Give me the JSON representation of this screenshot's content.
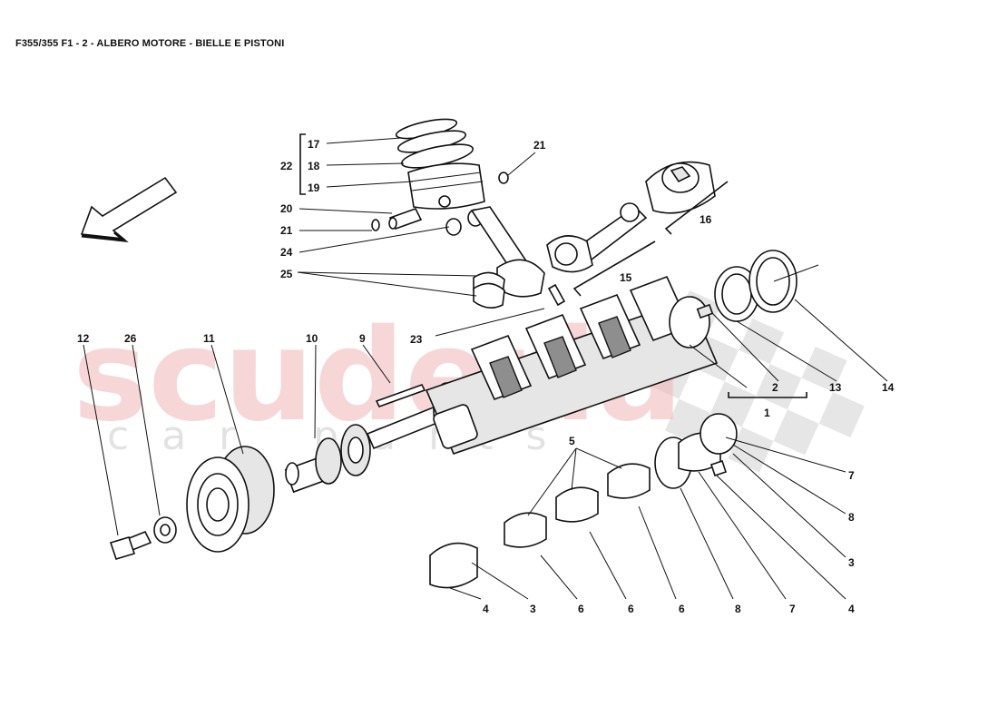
{
  "title": "F355/355 F1 - 2 - ALBERO MOTORE - BIELLE E PISTONI",
  "watermark": {
    "brand": "scuderia",
    "sub": "car parts"
  },
  "colors": {
    "watermark_red": "#f2b6b9",
    "watermark_gray": "#cfcfcf",
    "ink": "#111111"
  },
  "callouts": {
    "c1": "1",
    "c2": "2",
    "c3a": "3",
    "c3b": "3",
    "c4a": "4",
    "c4b": "4",
    "c5": "5",
    "c6a": "6",
    "c6b": "6",
    "c6c": "6",
    "c7a": "7",
    "c7b": "7",
    "c8a": "8",
    "c8b": "8",
    "c9": "9",
    "c10": "10",
    "c11": "11",
    "c12": "12",
    "c13": "13",
    "c14": "14",
    "c15": "15",
    "c16": "16",
    "c17": "17",
    "c18": "18",
    "c19": "19",
    "c20": "20",
    "c21a": "21",
    "c21b": "21",
    "c22": "22",
    "c23": "23",
    "c24": "24",
    "c25": "25",
    "c26": "26"
  }
}
